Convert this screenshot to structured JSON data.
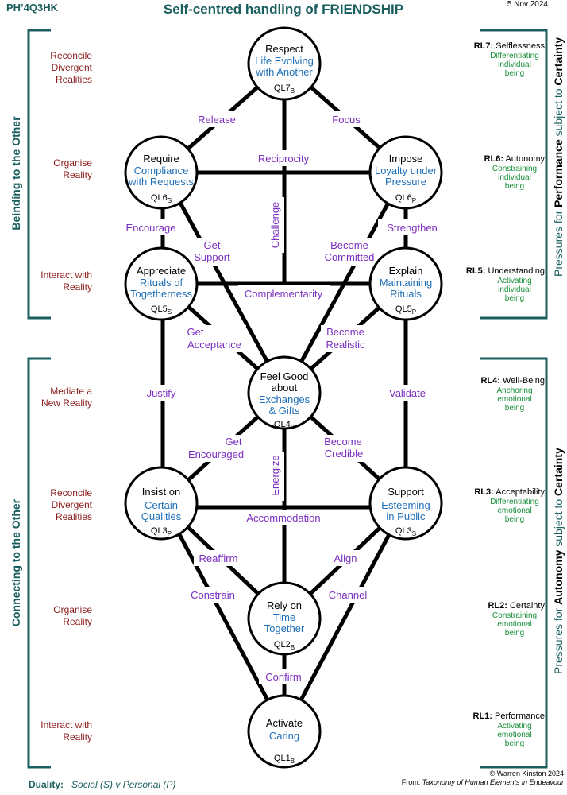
{
  "header": {
    "code": "PH’4Q3HK",
    "title": "Self-centred handling of FRIENDSHIP",
    "date": "5 Nov 2024"
  },
  "left_groups": {
    "top": "Beinding to the Other",
    "bottom": "Connecting to the Other"
  },
  "left_labels": [
    "Reconcile\nDivergent\nRealities",
    "Organise\nReality",
    "Interact with\nReality",
    "Mediate a\nNew Reality",
    "Reconcile\nDivergent\nRealities",
    "Organise\nReality",
    "Interact with\nReality"
  ],
  "right_levels": [
    {
      "code": "RL7:",
      "name": "Selflessness",
      "sub": "Differentiating\nindividual\nbeing"
    },
    {
      "code": "RL6:",
      "name": "Autonomy",
      "sub": "Constraining\nindividual\nbeing"
    },
    {
      "code": "RL5:",
      "name": "Understanding",
      "sub": "Activating\nindividual\nbeing"
    },
    {
      "code": "RL4:",
      "name": "Well-Being",
      "sub": "Anchoring\nemotional\nbeing"
    },
    {
      "code": "RL3:",
      "name": "Acceptability",
      "sub": "Differentiating\nemotional\nbeing"
    },
    {
      "code": "RL2:",
      "name": "Certainty",
      "sub": "Constraining\nemotional\nbeing"
    },
    {
      "code": "RL1:",
      "name": "Performance",
      "sub": "Activating\nemotional\nbeing"
    }
  ],
  "right_groups": {
    "top": {
      "prefix": "Pressures for ",
      "bold": "Performance",
      "mid": " subject to ",
      "bold2": "Certainty"
    },
    "bottom": {
      "prefix": "Pressures for ",
      "bold": "Autonomy",
      "mid": " subject to ",
      "bold2": "Certainty"
    }
  },
  "nodes": {
    "ql7": {
      "title": "Respect",
      "blue": "Life Evolving\nwith Another",
      "code": "QL7",
      "sub": "B"
    },
    "ql6s": {
      "title": "Require",
      "blue": "Compliance\nwith Requests",
      "code": "QL6",
      "sub": "S"
    },
    "ql6p": {
      "title": "Impose",
      "blue": "Loyalty under\nPressure",
      "code": "QL6",
      "sub": "P"
    },
    "ql5s": {
      "title": "Appreciate",
      "blue": "Rituals of\nTogetherness",
      "code": "QL5",
      "sub": "S"
    },
    "ql5p": {
      "title": "Explain",
      "blue": "Maintaining\nRituals",
      "code": "QL5",
      "sub": "P"
    },
    "ql4": {
      "title": "Feel Good\nabout",
      "blue": "Exchanges\n& Gifts",
      "code": "QL4",
      "sub": "B"
    },
    "ql3p": {
      "title": "Insist on",
      "blue": "Certain\nQualities",
      "code": "QL3",
      "sub": "P"
    },
    "ql3s": {
      "title": "Support",
      "blue": "Esteeming\nin Public",
      "code": "QL3",
      "sub": "S"
    },
    "ql2": {
      "title": "Rely on",
      "blue": "Time\nTogether",
      "code": "QL2",
      "sub": "B"
    },
    "ql1": {
      "title": "Activate",
      "blue": "Caring",
      "code": "QL1",
      "sub": "B"
    }
  },
  "links": {
    "release": "Release",
    "focus": "Focus",
    "reciprocity": "Reciprocity",
    "encourage": "Encourage",
    "strengthen": "Strengthen",
    "challenge": "Challenge",
    "get_support": "Get\nSupport",
    "become_committed": "Become\nCommitted",
    "complementarity": "Complementarity",
    "get_acceptance": "Get\nAcceptance",
    "become_realistic": "Become\nRealistic",
    "justify": "Justify",
    "validate": "Validate",
    "get_encouraged": "Get\nEncouraged",
    "become_credible": "Become\nCredible",
    "energize": "Energize",
    "accommodation": "Accommodation",
    "reaffirm": "Reaffirm",
    "align": "Align",
    "constrain": "Constrain",
    "channel": "Channel",
    "confirm": "Confirm"
  },
  "footer": {
    "duality_label": "Duality:",
    "duality_value": "Social (S)  v   Personal (P)",
    "copyright": "© Warren Kinston  2024",
    "source_prefix": "From: ",
    "source_title": "Taxonomy of Human Elements in Endeavour"
  },
  "colors": {
    "teal": "#1b5e5e",
    "maroon": "#8b1a1a",
    "blue": "#1f6fb8",
    "purple": "#7b2fbf",
    "green": "#1a8f3a"
  }
}
